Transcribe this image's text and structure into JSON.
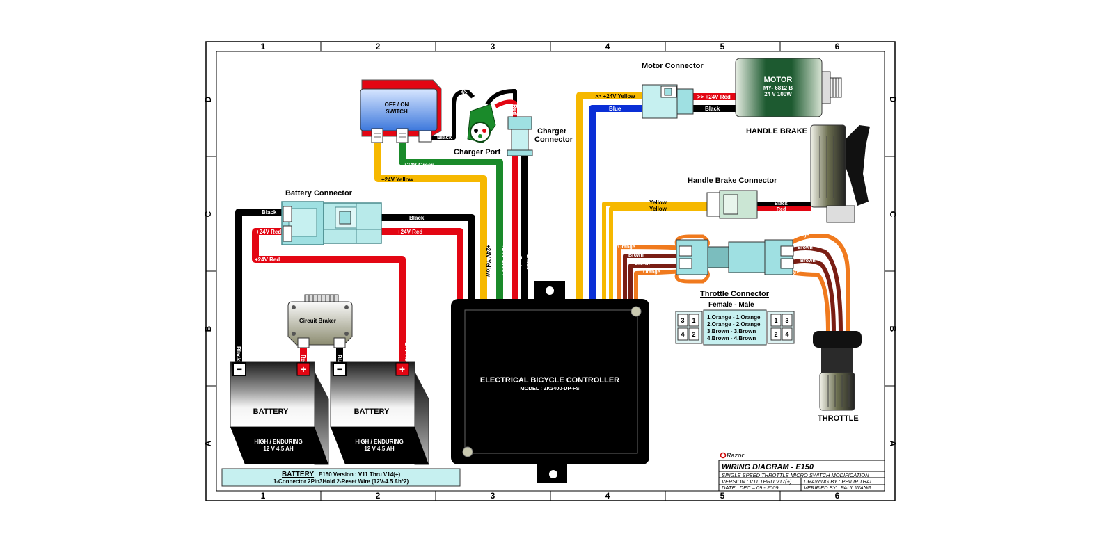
{
  "frame": {
    "columns": [
      "1",
      "2",
      "3",
      "4",
      "5",
      "6"
    ],
    "rows": [
      "D",
      "C",
      "B",
      "A"
    ]
  },
  "labels": {
    "battery_connector": "Battery  Connector",
    "charger_port": "Charger Port",
    "charger_connector_1": "Charger",
    "charger_connector_2": "Connector",
    "motor_connector": "Motor Connector",
    "handle_brake": "HANDLE BRAKE",
    "handle_brake_connector": "Handle Brake Connector",
    "throttle_connector": "Throttle Connector",
    "female_male": "Female  -  Male",
    "throttle": "THROTTLE",
    "circuit_braker": "Circuit Braker"
  },
  "switch": {
    "line1": "OFF / ON",
    "line2": "SWITCH"
  },
  "motor": {
    "title": "MOTOR",
    "model": "MY- 6812 B",
    "rating": "24 V 100W"
  },
  "controller": {
    "title": "ELECTRICAL BICYCLE CONTROLLER",
    "model": "MODEL : ZK2400-DP-FS"
  },
  "batteries": [
    {
      "label": "BATTERY",
      "type": "HIGH / ENDURING",
      "rating": "12 V 4.5 AH"
    },
    {
      "label": "BATTERY",
      "type": "HIGH / ENDURING",
      "rating": "12 V 4.5 AH"
    }
  ],
  "wires": {
    "black": "Black",
    "red_24": "+24V Red",
    "yellow_24": "+24V Yellow",
    "green_24": "+24V Green",
    "red": "Red",
    "yellow": "Yellow",
    "blue": "Blue",
    "orange": "Orange",
    "brown": "Brown",
    "motor_yellow": ">> +24V Yellow",
    "motor_red": ">> +24V Red"
  },
  "throttle_pins": {
    "rows": [
      "1.Orange -  1.Orange",
      "2.Orange -  2.Orange",
      "3.Brown   -  3.Brown",
      "4.Brown   -  4.Brown"
    ],
    "female": [
      "3",
      "1",
      "4",
      "2"
    ],
    "male": [
      "1",
      "3",
      "2",
      "4"
    ]
  },
  "battery_note": {
    "title": "BATTERY",
    "version": "E150 Version : V11 Thru V14(+)",
    "detail": "1-Connector 2Pin3Hold 2-Reset Wire (12V-4.5 Ah*2)"
  },
  "title_block": {
    "brand": "Razor",
    "title": "WIRING DIAGRAM - E150",
    "subtitle": "SINGLE SPEED THROTTLE MICRO SWITCH MODIFICATION",
    "version": "VERSION : V11 THRU V17(+)",
    "drawing": "DRAWING BY : PHILIP THAI",
    "date": "DATE : DEC – 09 - 2009",
    "verified": "VERIFIED BY : PAUL WANG"
  },
  "colors": {
    "black": "#000000",
    "red": "#e30613",
    "yellow": "#f6b800",
    "green": "#1a8a2a",
    "blue": "#0a2fd6",
    "orange": "#f07a1e",
    "brown": "#7a1e14",
    "switch_blue": "#5b8fe6",
    "connector_teal": "#9fe0e2",
    "motor_green": "#1d5a30"
  }
}
